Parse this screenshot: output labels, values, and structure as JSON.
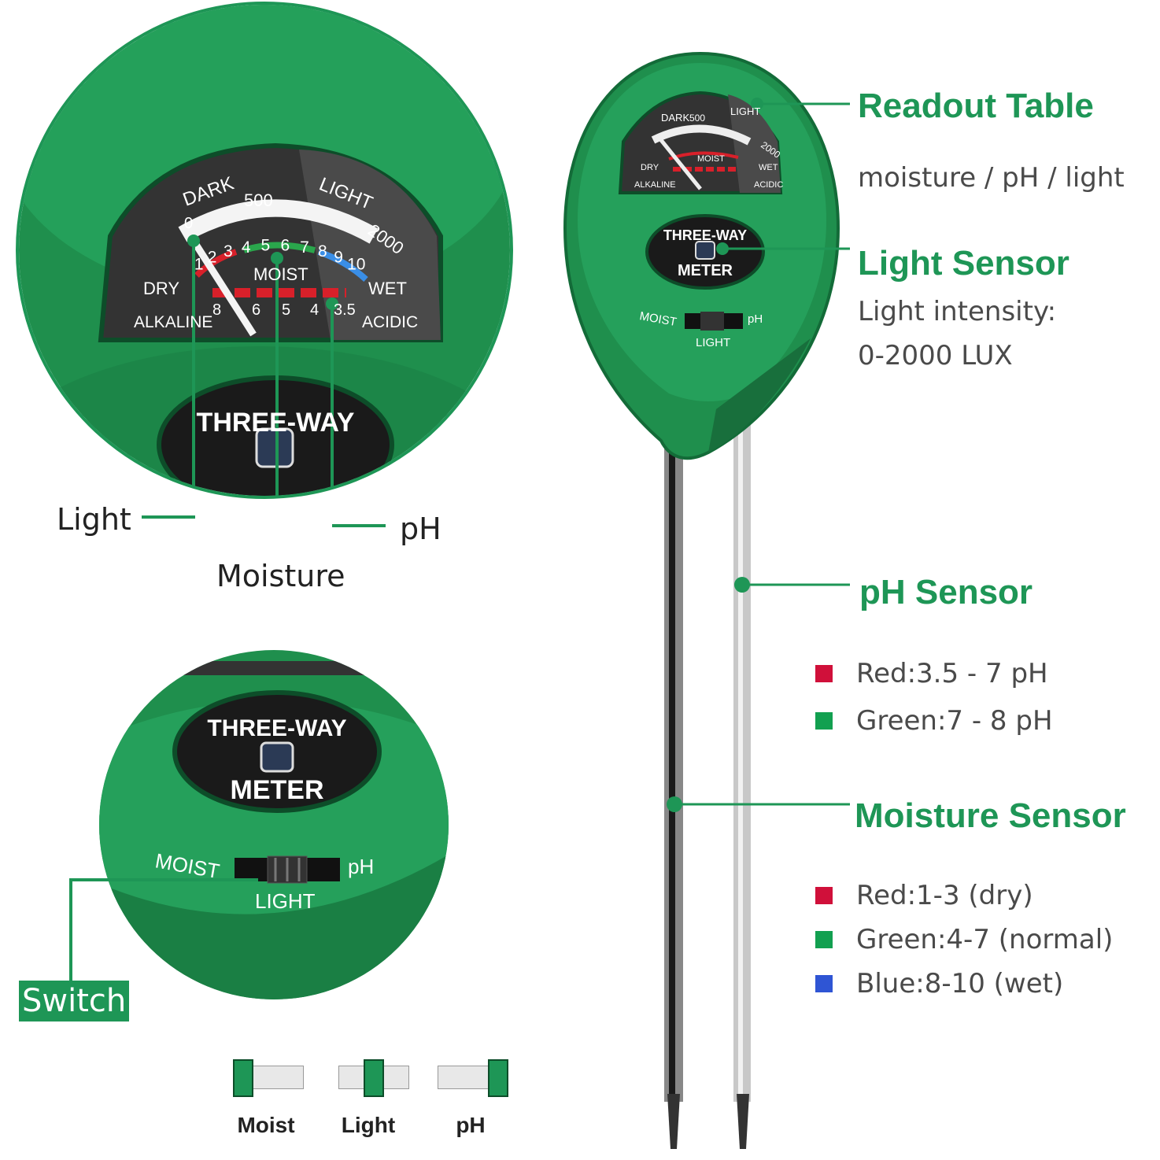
{
  "dial": {
    "dark": "DARK",
    "light": "LIGHT",
    "lux_0": "0",
    "lux_500": "500",
    "lux_2000": "2000",
    "moist_ticks": [
      "1",
      "2",
      "3",
      "4",
      "5",
      "6",
      "7",
      "8",
      "9",
      "10"
    ],
    "moist": "MOIST",
    "dry": "DRY",
    "wet": "WET",
    "ph_ticks": [
      "8",
      "6",
      "5",
      "4",
      "3.5"
    ],
    "alkaline": "ALKALINE",
    "acidic": "ACIDIC"
  },
  "badge": {
    "line1": "THREE-WAY",
    "line2": "METER"
  },
  "switch_labels": {
    "moist": "MOIST",
    "ph": "pH",
    "light": "LIGHT"
  },
  "callouts": {
    "light": "Light",
    "moisture": "Moisture",
    "ph": "pH",
    "switch": "Switch"
  },
  "readout": {
    "title": "Readout Table",
    "subtitle": "moisture / pH / light"
  },
  "light_sensor": {
    "title": "Light Sensor",
    "line1": "Light intensity:",
    "line2": "0-2000 LUX"
  },
  "ph_sensor": {
    "title": "pH Sensor",
    "legend": [
      {
        "label": "Red:3.5 - 7 pH",
        "color": "#d0103a"
      },
      {
        "label": "Green:7 - 8 pH",
        "color": "#12a050"
      }
    ]
  },
  "moisture_sensor": {
    "title": "Moisture Sensor",
    "legend": [
      {
        "label": "Red:1-3 (dry)",
        "color": "#d0103a"
      },
      {
        "label": "Green:4-7 (normal)",
        "color": "#12a050"
      },
      {
        "label": "Blue:8-10 (wet)",
        "color": "#2f55d4"
      }
    ]
  },
  "switch_positions": [
    "Moist",
    "Light",
    "pH"
  ],
  "colors": {
    "accent": "#1e9656",
    "body": "#1f8f4d",
    "dial_bg": "#3a3a3a"
  }
}
